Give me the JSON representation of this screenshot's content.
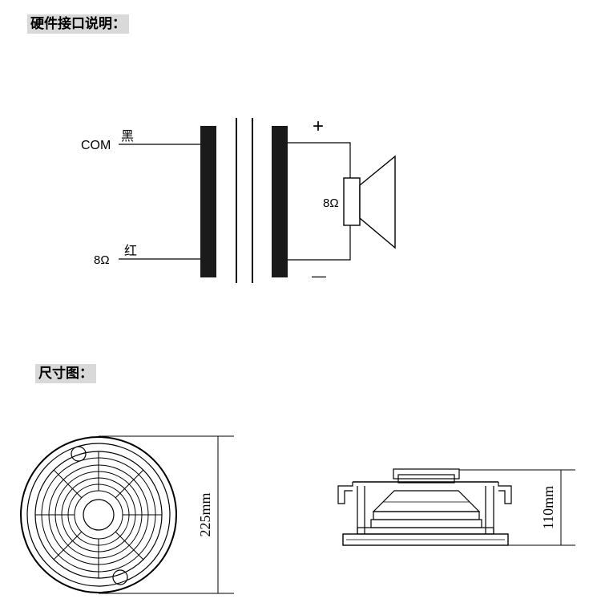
{
  "sections": {
    "hardware": {
      "title": "硬件接口说明："
    },
    "dimensions": {
      "title": "尺寸图："
    }
  },
  "wiring": {
    "com_label": "COM",
    "black_label": "黑",
    "tap_label": "8Ω",
    "red_label": "红",
    "speaker_impedance": "8Ω",
    "plus_sign": "+",
    "minus_sign": "—"
  },
  "dims": {
    "diameter": "225mm",
    "height": "110mm"
  }
}
